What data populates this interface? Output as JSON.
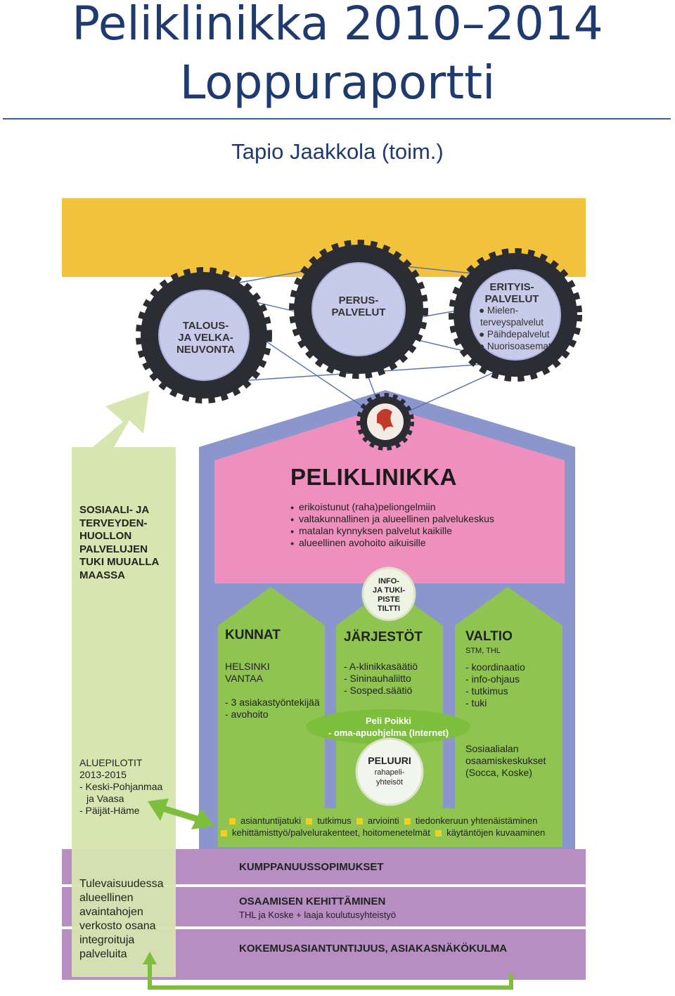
{
  "header": {
    "title_line1": "Peliklinikka 2010–2014",
    "title_line2": "Loppuraportti",
    "author": "Tapio Jaakkola (toim.)"
  },
  "diagram": {
    "gears": {
      "talous": [
        "TALOUS-",
        "JA VELKA-",
        "NEUVONTA"
      ],
      "perus": [
        "PERUS-",
        "PALVELUT"
      ],
      "erityis_title": [
        "ERITYIS-",
        "PALVELUT"
      ],
      "erityis_items": [
        "Mielen-",
        "terveyspalvelut",
        "Päihdepalvelut",
        "Nuorisoasemat"
      ]
    },
    "side": {
      "support": [
        "SOSIAALI- JA",
        "TERVEYDEN-",
        "HUOLLON",
        "PALVELUJEN",
        "TUKI MUUALLA",
        "MAASSA"
      ],
      "pilots": [
        "ALUEPILOTIT",
        "2013-2015",
        "- Keski-Pohjanmaa",
        "  ja Vaasa",
        "- Päijät-Häme"
      ],
      "future": [
        "Tulevaisuudessa",
        "alueellinen",
        "avaintahojen",
        "verkosto osana",
        "integroituja",
        "palveluita"
      ]
    },
    "peliklinikka": {
      "title": "PELIKLINIKKA",
      "bullets": [
        "erikoistunut (raha)peliongelmiin",
        "valtakunnallinen ja alueellinen palvelukeskus",
        "matalan kynnyksen palvelut kaikille",
        "alueellinen avohoito aikuisille"
      ]
    },
    "info_point": [
      "INFO-",
      "JA TUKI-",
      "PISTE",
      "TILTTI"
    ],
    "kunnat": {
      "title": "KUNNAT",
      "lines": [
        "HELSINKI",
        "VANTAA",
        "",
        "- 3 asiakastyöntekijää",
        "- avohoito"
      ]
    },
    "jarjestot": {
      "title": "JÄRJESTÖT",
      "lines": [
        "- A-klinikkasäätiö",
        "- Sininauhaliitto",
        "- Sosped.säätiö"
      ]
    },
    "valtio": {
      "title": "VALTIO",
      "subtitle": "STM, THL",
      "lines": [
        "- koordinaatio",
        "- info-ohjaus",
        "- tutkimus",
        "- tuki"
      ],
      "extra": [
        "Sosiaalialan",
        "osaamiskeskukset",
        "(Socca, Koske)"
      ]
    },
    "peli_poikki": [
      "Peli Poikki",
      "- oma-apuohjelma (Internet)"
    ],
    "peluuri": {
      "title": "PELUURI",
      "sub": [
        "rahapeli-",
        "yhteisöt"
      ]
    },
    "activities": {
      "row1": [
        "asiantuntijatuki",
        "tutkimus",
        "arviointi",
        "tiedonkeruun yhtenäistäminen"
      ],
      "row2": [
        "kehittämisttyö/palvelurakenteet, hoitomenetelmät",
        "käytäntöjen kuvaaminen"
      ]
    },
    "bands": {
      "b1": "KUMPPANUUSSOPIMUKSET",
      "b2": "OSAAMISEN KEHITTÄMINEN",
      "b2_sub": "THL ja Koske + laaja koulutusyhteistyö",
      "b3": "KOKEMUSASIANTUNTIJUUS, ASIAKASNÄKÖKULMA"
    },
    "colors": {
      "yellow": "#f2c23c",
      "blue_house": "#8a96cc",
      "pink": "#ee8fbe",
      "green": "#8fc451",
      "light_green": "#d7e6b1",
      "purple": "#b68ec2",
      "gear": "#2b2d33",
      "gear_inner": "#c7cbea"
    }
  }
}
